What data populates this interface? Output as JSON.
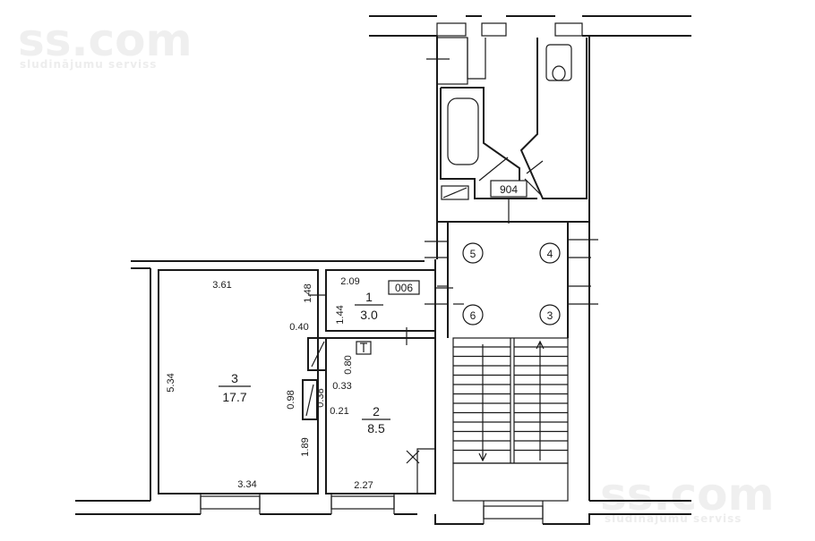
{
  "watermark": {
    "brand": "ss.com",
    "tagline": "sludinājumu serviss"
  },
  "plan_tags": {
    "flat_number_top": "904",
    "flat_number": "006"
  },
  "stair_nodes": [
    "5",
    "4",
    "6",
    "3"
  ],
  "rooms": [
    {
      "number": "1",
      "area": "3.0"
    },
    {
      "number": "2",
      "area": "8.5"
    },
    {
      "number": "3",
      "area": "17.7"
    }
  ],
  "dimensions": {
    "room3_top": "3.61",
    "room3_side": "5.34",
    "room3_bottom": "3.34",
    "room1_top": "2.09",
    "room1_h1": "1.48",
    "room1_h2": "1.44",
    "wall_040": "0.40",
    "d_080": "0.80",
    "d_033": "0.33",
    "d_098": "0.98",
    "d_038": "0.38",
    "d_021": "0.21",
    "d_189": "1.89",
    "room2_bottom": "2.27"
  }
}
